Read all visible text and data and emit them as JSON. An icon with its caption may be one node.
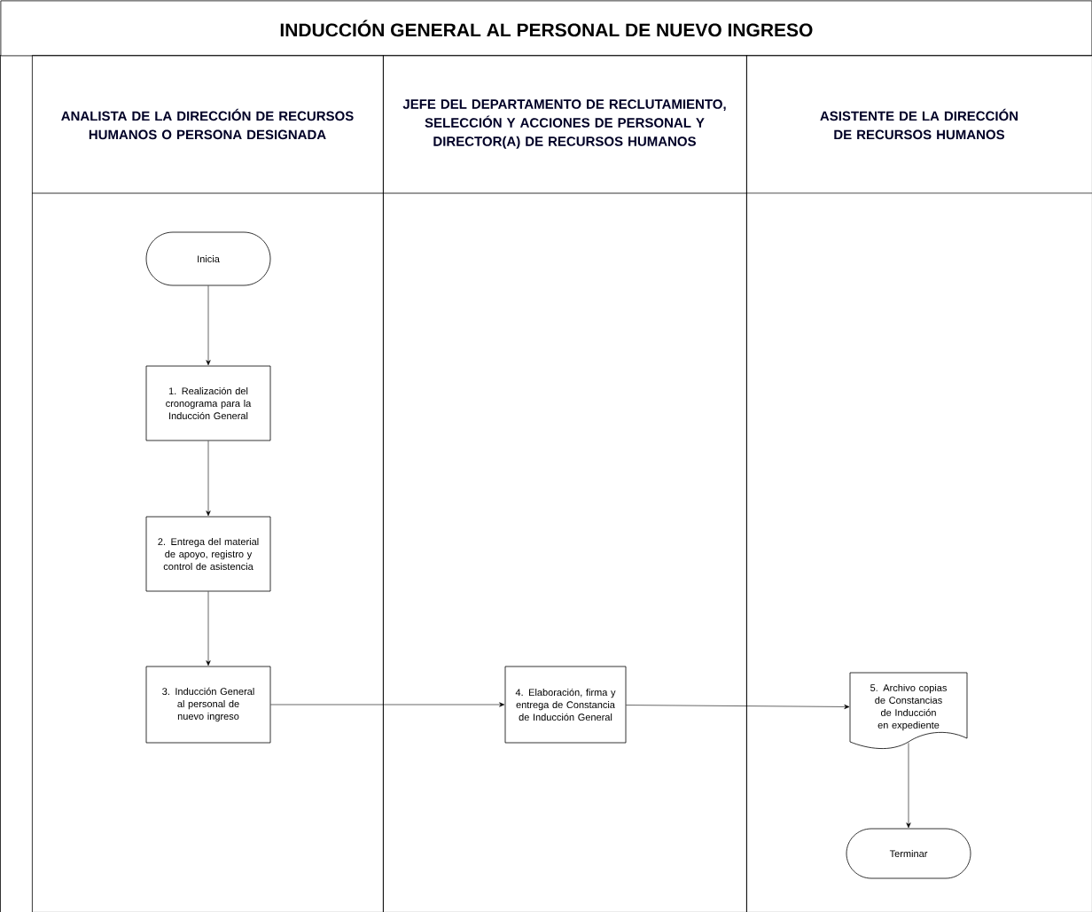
{
  "diagram": {
    "title": "INDUCCIÓN GENERAL AL PERSONAL DE NUEVO INGRESO",
    "nodes": [
      {
        "text": [
          "ANALISTA DE LA DIRECCIÓN DE RECURSOS HUMANOS O PERSONA DESIGNADA"
        ]
      },
      {
        "text": [
          "JEFE DEL DEPARTAMENTO DE RECLUTAMIENTO, SELECCIÓN Y ACCIONES DE PERSONAL Y DIRECTOR(A) DE RECURSOS HUMANOS"
        ]
      },
      {
        "text": [
          "ASISTENTE DE LA DIRECCIÓN DE RECURSOS HUMANOS"
        ]
      },
      {
        "text": [
          "Inicia"
        ],
        "in": 0
      },
      {
        "text": [
          "1. Realización del cronograma para la Inducción General"
        ],
        "in": 0
      },
      {
        "text": [
          "2. Entrega del material de apoyo, registro y control de asistencia"
        ],
        "in": 0
      },
      {
        "text": [
          "3. Inducción General al personal de nuevo ingreso"
        ],
        "in": 0
      },
      {
        "text": [
          "4. Elaboración, firma y entrega de Constancia de Inducción General"
        ],
        "in": 1
      },
      {
        "text": [
          "5. Archivo copias de Constancias de Inducción en expediente"
        ],
        "in": 2
      },
      {
        "text": [
          "Terminar"
        ],
        "in": 2
      }
    ],
    "edges": [
      {
        "from": 3,
        "to": 4,
        "arrow": "to"
      },
      {
        "from": 4,
        "to": 5,
        "arrow": "to"
      },
      {
        "from": 5,
        "to": 6,
        "arrow": "to"
      },
      {
        "from": 6,
        "to": 7,
        "arrow": "to"
      },
      {
        "from": 7,
        "to": 8,
        "arrow": "to"
      },
      {
        "from": 8,
        "to": 9,
        "arrow": "to"
      }
    ]
  }
}
